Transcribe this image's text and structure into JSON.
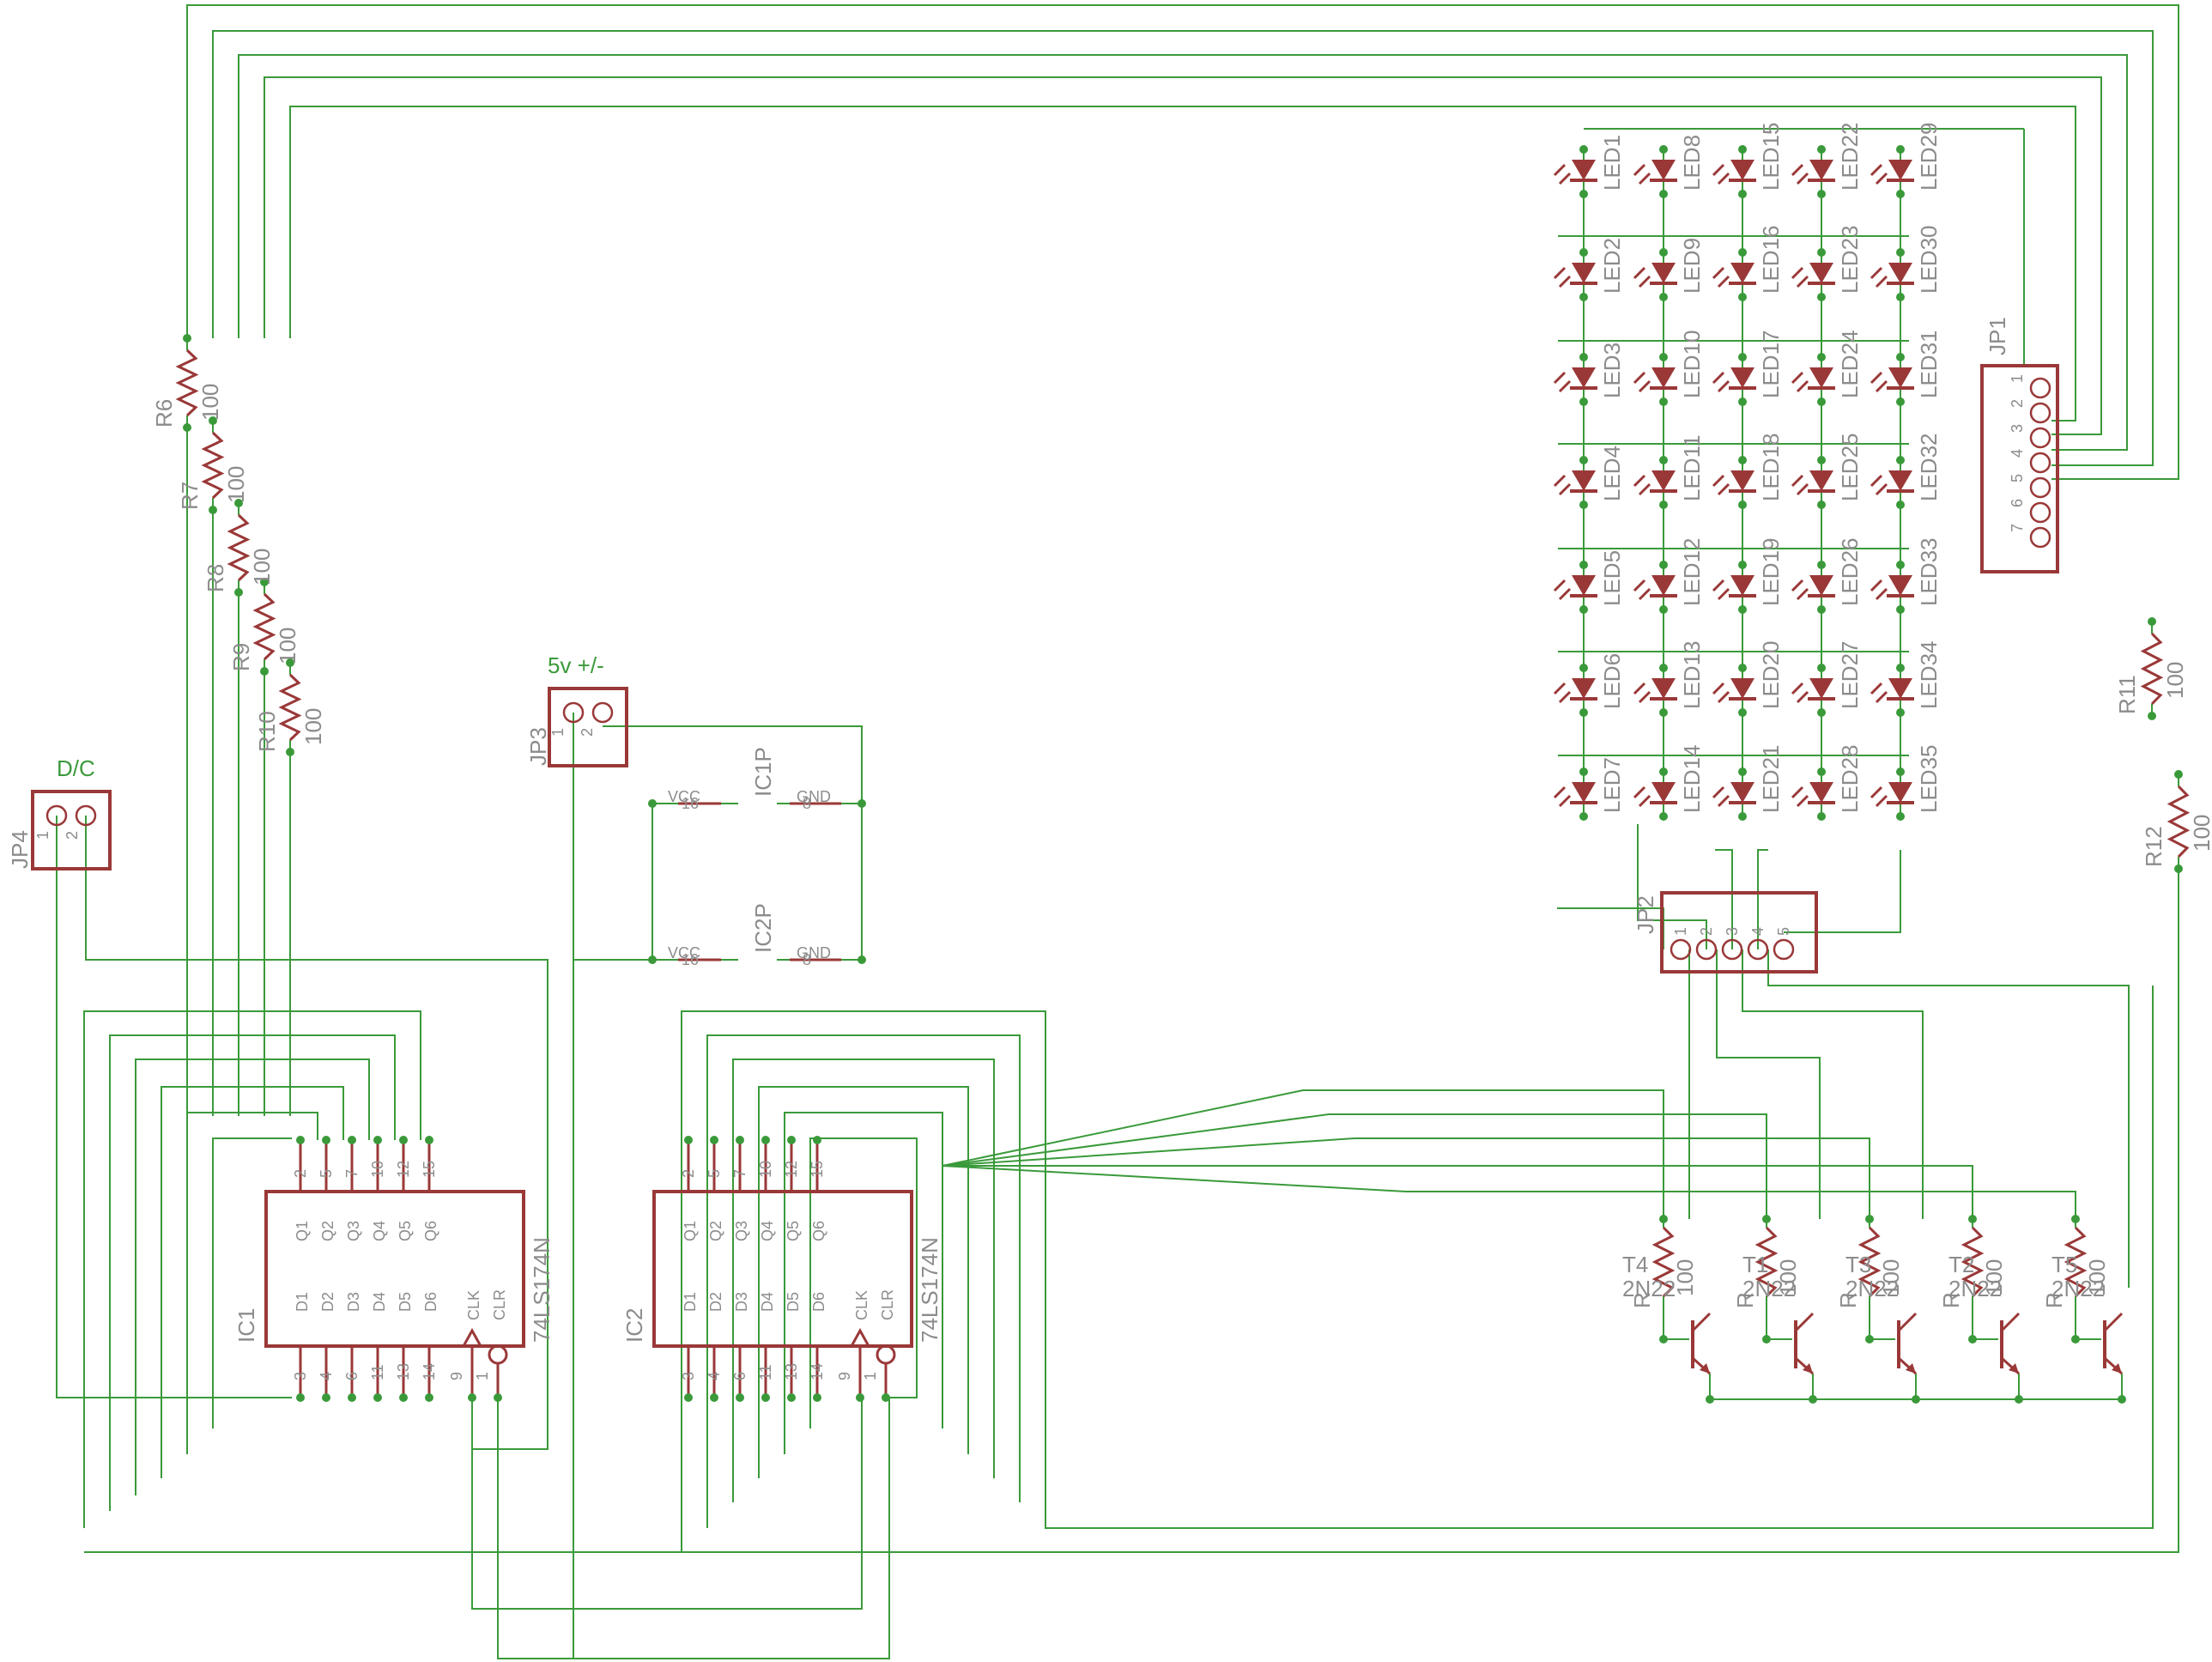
{
  "connectors": {
    "jp4": {
      "name": "JP4",
      "value": "D/C",
      "pins": [
        "1",
        "2"
      ]
    },
    "jp3": {
      "name": "JP3",
      "value": "5v +/-",
      "pins": [
        "1",
        "2"
      ]
    },
    "jp1": {
      "name": "JP1",
      "pins": [
        "1",
        "2",
        "3",
        "4",
        "5",
        "6",
        "7"
      ]
    },
    "jp2": {
      "name": "JP2",
      "pins": [
        "1",
        "2",
        "3",
        "4",
        "5"
      ]
    }
  },
  "resistors_left": [
    {
      "name": "R6",
      "value": "100"
    },
    {
      "name": "R7",
      "value": "100"
    },
    {
      "name": "R8",
      "value": "100"
    },
    {
      "name": "R9",
      "value": "100"
    },
    {
      "name": "R10",
      "value": "100"
    }
  ],
  "resistors_right": [
    {
      "name": "R11",
      "value": "100"
    },
    {
      "name": "R12",
      "value": "100"
    }
  ],
  "power_symbols": [
    {
      "name": "IC1P",
      "vcc": "VCC",
      "vcc_pin": "16",
      "gnd": "GND",
      "gnd_pin": "8"
    },
    {
      "name": "IC2P",
      "vcc": "VCC",
      "vcc_pin": "16",
      "gnd": "GND",
      "gnd_pin": "8"
    }
  ],
  "ics": [
    {
      "name": "IC1",
      "value": "74LS174N",
      "top_pins": [
        "2",
        "5",
        "7",
        "10",
        "12",
        "15"
      ],
      "q_labels": [
        "Q1",
        "Q2",
        "Q3",
        "Q4",
        "Q5",
        "Q6"
      ],
      "d_labels": [
        "D1",
        "D2",
        "D3",
        "D4",
        "D5",
        "D6"
      ],
      "bottom_pins": [
        "3",
        "4",
        "6",
        "11",
        "13",
        "14"
      ],
      "clk_label": "CLK",
      "clr_label": "CLR",
      "clk_pin": "9",
      "clr_pin": "1"
    },
    {
      "name": "IC2",
      "value": "74LS174N",
      "top_pins": [
        "2",
        "5",
        "7",
        "10",
        "12",
        "15"
      ],
      "q_labels": [
        "Q1",
        "Q2",
        "Q3",
        "Q4",
        "Q5",
        "Q6"
      ],
      "d_labels": [
        "D1",
        "D2",
        "D3",
        "D4",
        "D5",
        "D6"
      ],
      "bottom_pins": [
        "3",
        "4",
        "6",
        "11",
        "13",
        "14"
      ],
      "clk_label": "CLK",
      "clr_label": "CLR",
      "clk_pin": "9",
      "clr_pin": "1"
    }
  ],
  "led_columns": [
    [
      "LED1",
      "LED2",
      "LED3",
      "LED4",
      "LED5",
      "LED6",
      "LED7"
    ],
    [
      "LED8",
      "LED9",
      "LED10",
      "LED11",
      "LED12",
      "LED13",
      "LED14"
    ],
    [
      "LED15",
      "LED16",
      "LED17",
      "LED18",
      "LED19",
      "LED20",
      "LED21"
    ],
    [
      "LED22",
      "LED23",
      "LED24",
      "LED25",
      "LED26",
      "LED27",
      "LED28"
    ],
    [
      "LED29",
      "LED30",
      "LED31",
      "LED32",
      "LED33",
      "LED34",
      "LED35"
    ]
  ],
  "transistor_stage": {
    "transistors": [
      {
        "name": "T4",
        "value": "2N22"
      },
      {
        "name": "T1",
        "value": "2N22"
      },
      {
        "name": "T3",
        "value": "2N22"
      },
      {
        "name": "T2",
        "value": "2N22"
      },
      {
        "name": "T5",
        "value": "2N22"
      }
    ],
    "base_resistors": [
      {
        "name": "R",
        "value": "100"
      },
      {
        "name": "R",
        "value": "100"
      },
      {
        "name": "R",
        "value": "100"
      },
      {
        "name": "R",
        "value": "100"
      },
      {
        "name": "R",
        "value": "100"
      }
    ]
  }
}
